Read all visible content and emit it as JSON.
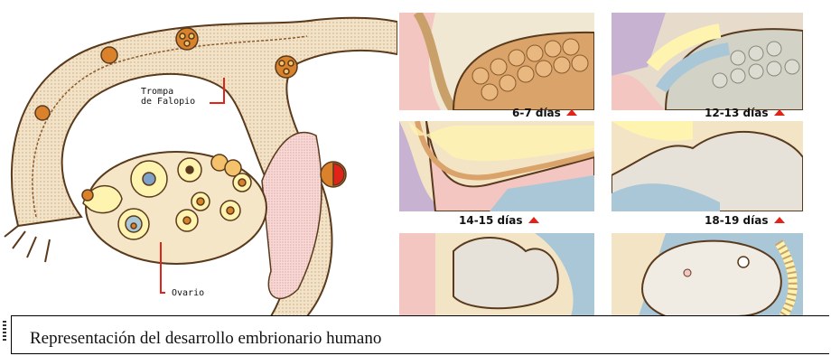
{
  "figure": {
    "labels": {
      "fallopian_tube": "Trompa\nde Falopio",
      "ovary": "Ovario"
    },
    "stages": [
      {
        "label": "6-7 días"
      },
      {
        "label": "12-13 días"
      },
      {
        "label": "14-15 días"
      },
      {
        "label": "18-19 días"
      }
    ],
    "colors": {
      "tissue": "#f0dcc0",
      "tissue_dark": "#c9a06a",
      "outline": "#5a3a1c",
      "cell_orange": "#d9822b",
      "cell_yellow": "#fff3b0",
      "pink": "#f3c6c2",
      "blue": "#a9c7d6",
      "red": "#e2231a",
      "purple": "#c8b2d2"
    }
  },
  "caption": "Representación del desarrollo embrionario humano"
}
